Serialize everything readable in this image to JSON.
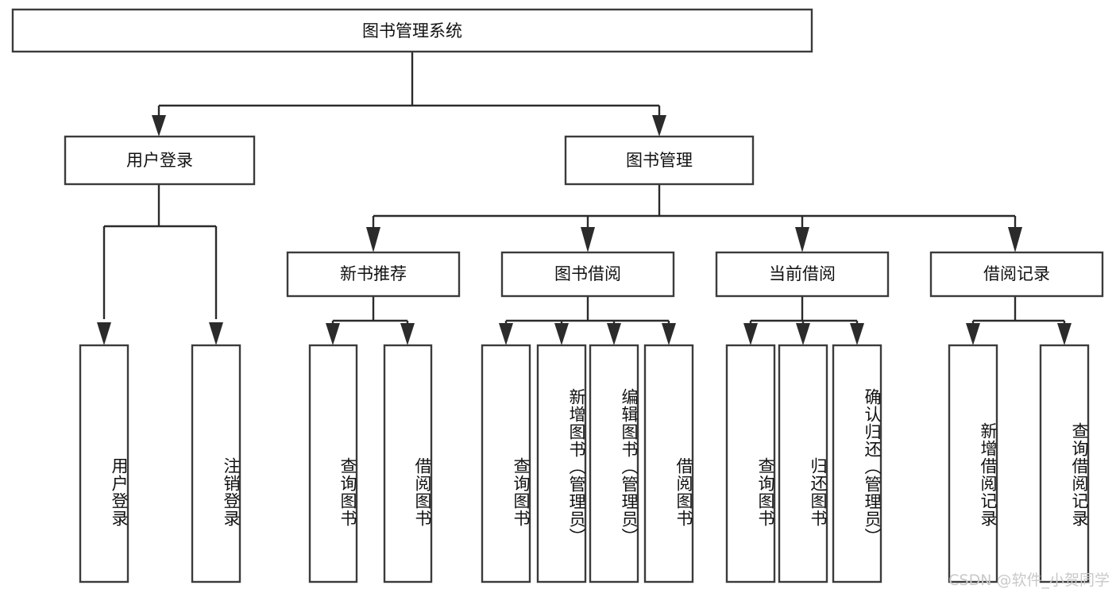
{
  "diagram": {
    "title": "图书管理系统",
    "type": "tree-hierarchy-diagram",
    "colors": {
      "box_fill": "#ffffff",
      "box_stroke": "#3b3b3b",
      "connector": "#2b2b2b",
      "text": "#111111",
      "watermark": "#c9c9c9",
      "background": "#ffffff"
    },
    "root": {
      "label": "图书管理系统"
    },
    "level2": [
      {
        "label": "用户登录"
      },
      {
        "label": "图书管理"
      }
    ],
    "level3": [
      {
        "label": "新书推荐"
      },
      {
        "label": "图书借阅"
      },
      {
        "label": "当前借阅"
      },
      {
        "label": "借阅记录"
      }
    ],
    "leaves": {
      "user_login": [
        {
          "label": "用户登录"
        },
        {
          "label": "注销登录"
        }
      ],
      "new_book_recommend": [
        {
          "label": "查询图书"
        },
        {
          "label": "借阅图书"
        }
      ],
      "book_borrow": [
        {
          "label": "查询图书"
        },
        {
          "label": "新增图书（管理员）"
        },
        {
          "label": "编辑图书（管理员）"
        },
        {
          "label": "借阅图书"
        }
      ],
      "current_borrow": [
        {
          "label": "查询图书"
        },
        {
          "label": "归还图书"
        },
        {
          "label": "确认归还（管理员）"
        }
      ],
      "borrow_record": [
        {
          "label": "新增借阅记录"
        },
        {
          "label": "查询借阅记录"
        }
      ]
    },
    "watermark": "CSDN @软件_小贺同学"
  }
}
